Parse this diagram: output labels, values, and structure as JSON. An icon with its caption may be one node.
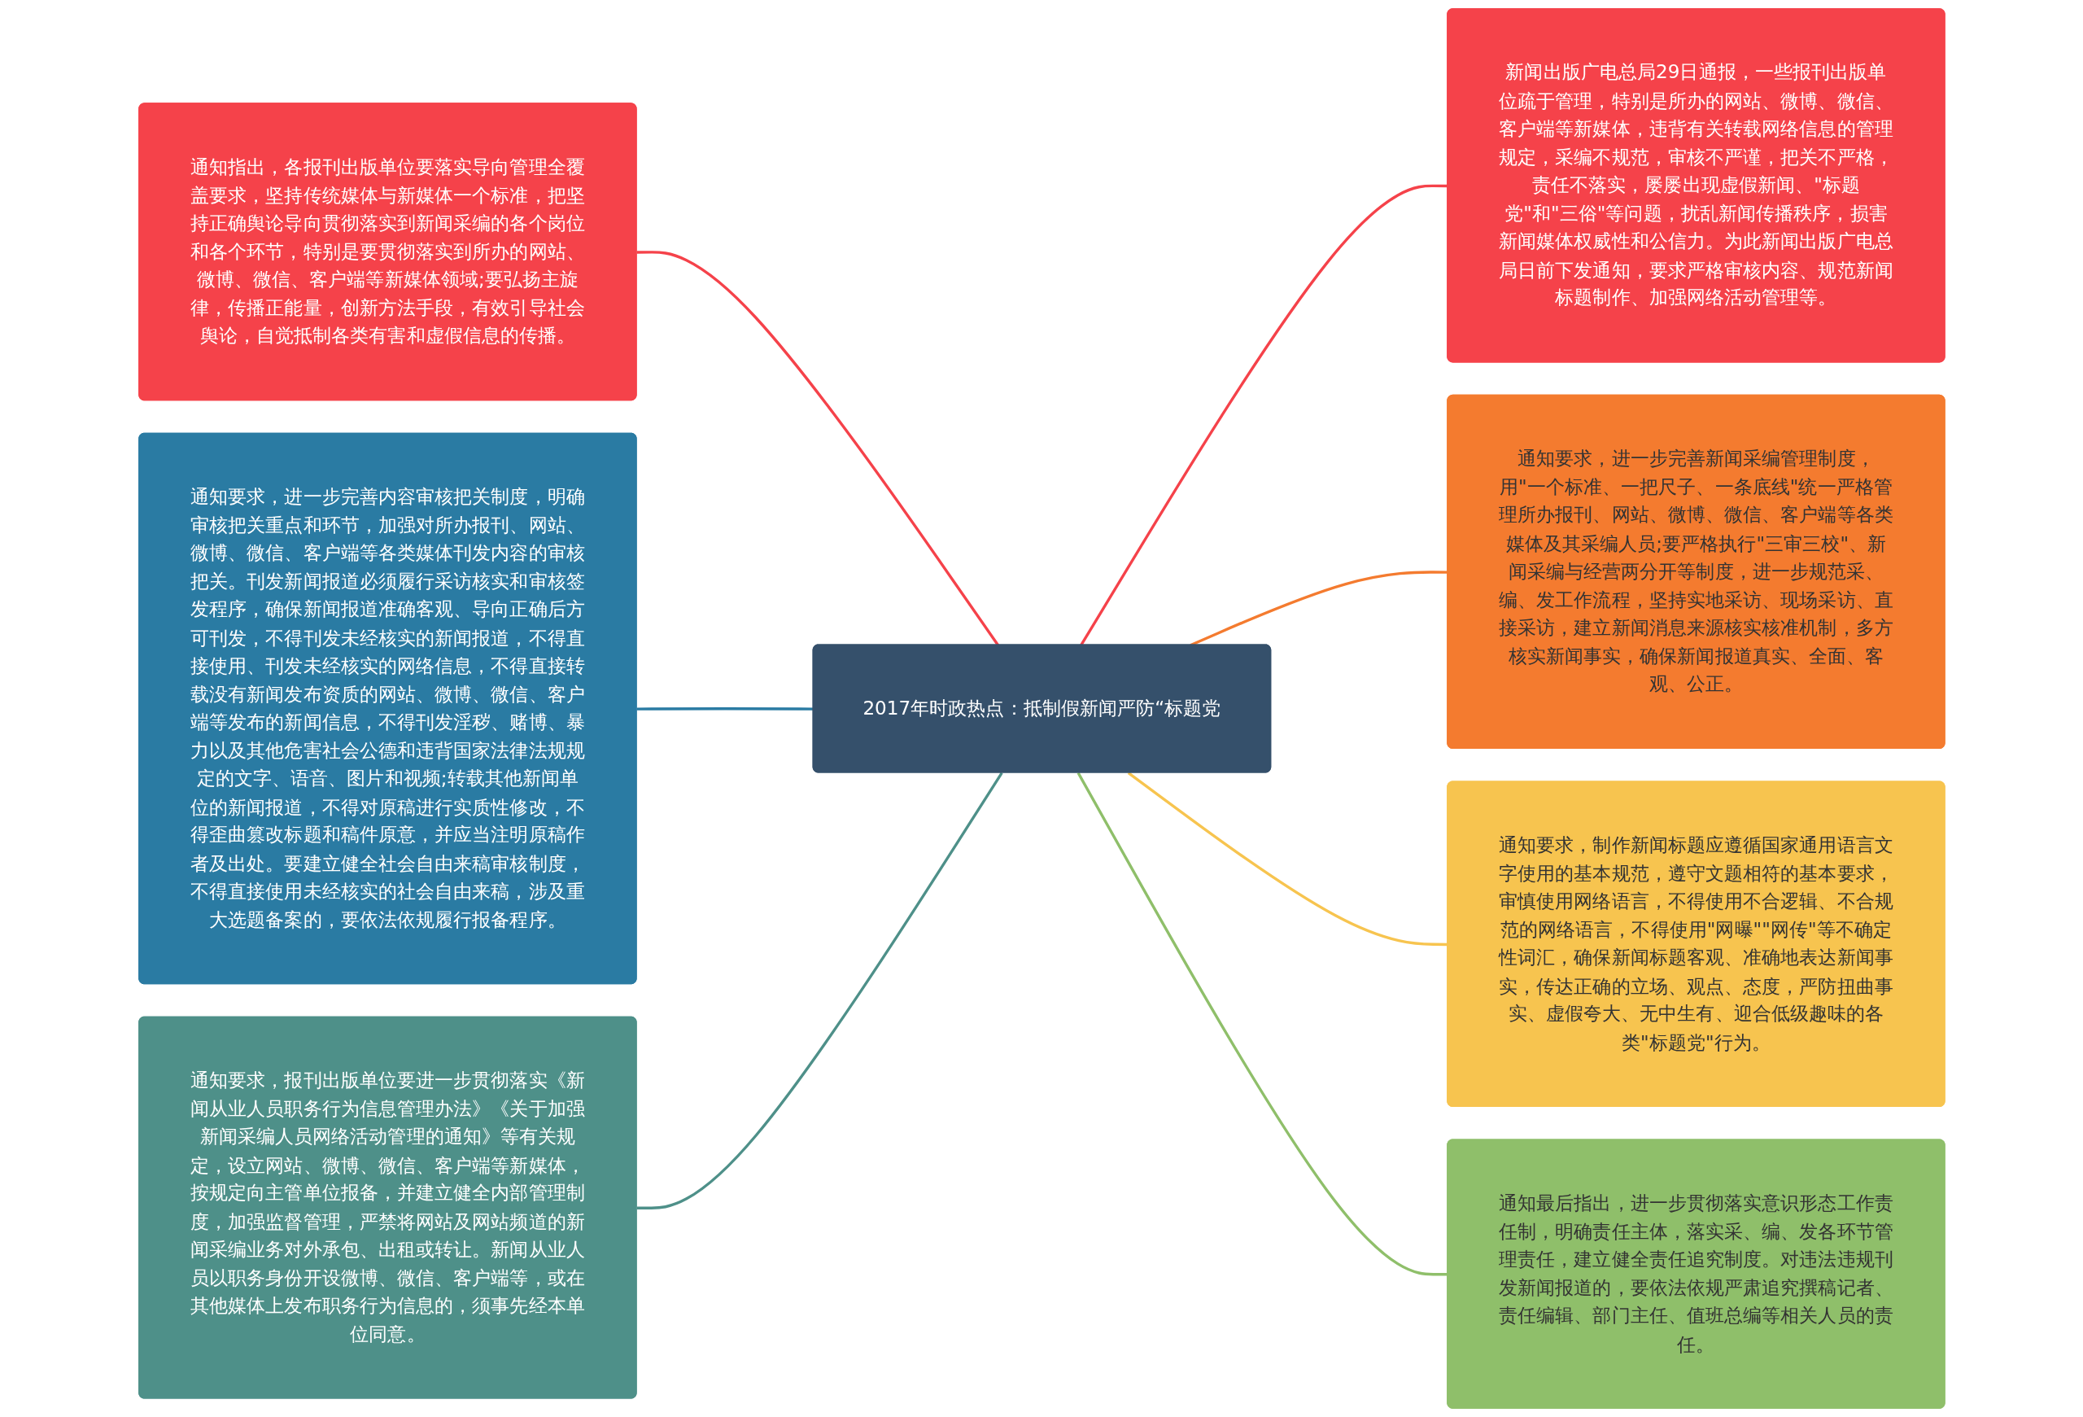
{
  "diagram": {
    "nodes": [
      {
        "text": [
          "2017年时政热点：抵制假新闻严防“标题党"
        ]
      },
      {
        "text": [
          "通知指出，各报刊出版单位要落实导向管理全覆盖要求，坚持传统媒体与新媒体一个标准，把坚持正确舆论导向贯彻落实到新闻采编的各个岗位和各个环节，特别是要贯彻落实到所办的网站、微博、微信、客户端等新媒体领域;要弘扬主旋律，传播正能量，创新方法手段，有效引导社会舆论，自觉抵制各类有害和虚假信息的传播。"
        ]
      },
      {
        "text": [
          "通知要求，进一步完善内容审核把关制度，明确审核把关重点和环节，加强对所办报刊、网站、微博、微信、客户端等各类媒体刊发内容的审核把关。刊发新闻报道必须履行采访核实和审核签发程序，确保新闻报道准确客观、导向正确后方可刊发，不得刊发未经核实的新闻报道，不得直接使用、刊发未经核实的网络信息，不得直接转载没有新闻发布资质的网站、微博、微信、客户端等发布的新闻信息，不得刊发淫秽、赌博、暴力以及其他危害社会公德和违背国家法律法规规定的文字、语音、图片和视频;转载其他新闻单位的新闻报道，不得对原稿进行实质性修改，不得歪曲篡改标题和稿件原意，并应当注明原稿作者及出处。要建立健全社会自由来稿审核制度，不得直接使用未经核实的社会自由来稿，涉及重大选题备案的，要依法依规履行报备程序。"
        ]
      },
      {
        "text": [
          "通知要求，报刊出版单位要进一步贯彻落实《新闻从业人员职务行为信息管理办法》《关于加强新闻采编人员网络活动管理的通知》等有关规定，设立网站、微博、微信、客户端等新媒体，按规定向主管单位报备，并建立健全内部管理制度，加强监督管理，严禁将网站及网站频道的新闻采编业务对外承包、出租或转让。新闻从业人员以职务身份开设微博、微信、客户端等，或在其他媒体上发布职务行为信息的，须事先经本单位同意。"
        ]
      },
      {
        "text": [
          "新闻出版广电总局29日通报，一些报刊出版单位疏于管理，特别是所办的网站、微博、微信、客户端等新媒体，违背有关转载网络信息的管理规定，采编不规范，审核不严谨，把关不严格，责任不落实，屡屡出现虚假新闻、\"标题党\"和\"三俗\"等问题，扰乱新闻传播秩序，损害新闻媒体权威性和公信力。为此新闻出版广电总局日前下发通知，要求严格审核内容、规范新闻标题制作、加强网络活动管理等。"
        ]
      },
      {
        "text": [
          "通知要求，进一步完善新闻采编管理制度，用\"一个标准、一把尺子、一条底线\"统一严格管理所办报刊、网站、微博、微信、客户端等各类媒体及其采编人员;要严格执行\"三审三校\"、新闻采编与经营两分开等制度，进一步规范采、编、发工作流程，坚持实地采访、现场采访、直接采访，建立新闻消息来源核实核准机制，多方核实新闻事实，确保新闻报道真实、全面、客观、公正。"
        ]
      },
      {
        "text": [
          "通知要求，制作新闻标题应遵循国家通用语言文字使用的基本规范，遵守文题相符的基本要求，审慎使用网络语言，不得使用不合逻辑、不合规范的网络语言，不得使用\"网曝\"\"网传\"等不确定性词汇，确保新闻标题客观、准确地表达新闻事实，传达正确的立场、观点、态度，严防扭曲事实、虚假夸大、无中生有、迎合低级趣味的各类\"标题党\"行为。"
        ]
      },
      {
        "text": [
          "通知最后指出，进一步贯彻落实意识形态工作责任制，明确责任主体，落实采、编、发各环节管理责任，建立健全责任追究制度。对违法违规刊发新闻报道的，要依法依规严肃追究撰稿记者、责任编辑、部门主任、值班总编等相关人员的责任。"
        ]
      }
    ],
    "edges": [
      {
        "from": 0,
        "to": 1,
        "arrow": "none",
        "color": "#f5424a"
      },
      {
        "from": 0,
        "to": 2,
        "arrow": "none",
        "color": "#2a7ba3"
      },
      {
        "from": 0,
        "to": 3,
        "arrow": "none",
        "color": "#4e9089"
      },
      {
        "from": 0,
        "to": 4,
        "arrow": "none",
        "color": "#f5424a"
      },
      {
        "from": 0,
        "to": 5,
        "arrow": "none",
        "color": "#f47b2f"
      },
      {
        "from": 0,
        "to": 6,
        "arrow": "none",
        "color": "#f7c44f"
      },
      {
        "from": 0,
        "to": 7,
        "arrow": "none",
        "color": "#8fbf6a"
      }
    ]
  }
}
